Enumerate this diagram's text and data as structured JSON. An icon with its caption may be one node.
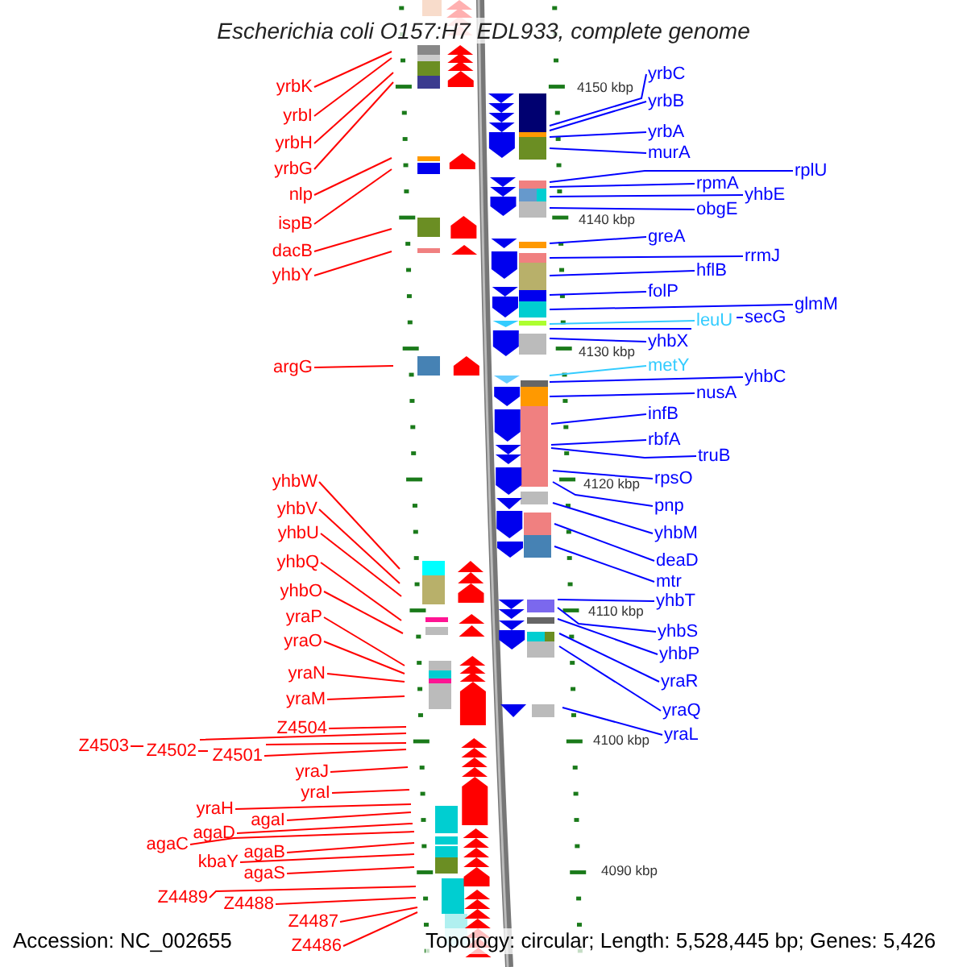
{
  "diagram": {
    "title": "Escherichia coli O157:H7 EDL933, complete genome",
    "nodes": [
      {
        "text": [
          "yrbK"
        ]
      },
      {
        "text": [
          "yrbI"
        ]
      },
      {
        "text": [
          "yrbH"
        ]
      },
      {
        "text": [
          "yrbG"
        ]
      },
      {
        "text": [
          "nlp"
        ]
      },
      {
        "text": [
          "ispB"
        ]
      },
      {
        "text": [
          "dacB"
        ]
      },
      {
        "text": [
          "yhbY"
        ]
      },
      {
        "text": [
          "argG"
        ]
      },
      {
        "text": [
          "yhbW"
        ]
      },
      {
        "text": [
          "yhbV"
        ]
      },
      {
        "text": [
          "yhbU"
        ]
      },
      {
        "text": [
          "yhbQ"
        ]
      },
      {
        "text": [
          "yhbO"
        ]
      },
      {
        "text": [
          "yraP"
        ]
      },
      {
        "text": [
          "yraO"
        ]
      },
      {
        "text": [
          "yraN"
        ]
      },
      {
        "text": [
          "yraM"
        ]
      },
      {
        "text": [
          "Z4504"
        ]
      },
      {
        "text": [
          "Z4503"
        ]
      },
      {
        "text": [
          "Z4502"
        ]
      },
      {
        "text": [
          "Z4501"
        ]
      },
      {
        "text": [
          "yraJ"
        ]
      },
      {
        "text": [
          "yraI"
        ]
      },
      {
        "text": [
          "yraH"
        ]
      },
      {
        "text": [
          "agaI"
        ]
      },
      {
        "text": [
          "agaD"
        ]
      },
      {
        "text": [
          "agaC"
        ]
      },
      {
        "text": [
          "agaB"
        ]
      },
      {
        "text": [
          "kbaY"
        ]
      },
      {
        "text": [
          "agaS"
        ]
      },
      {
        "text": [
          "Z4489"
        ]
      },
      {
        "text": [
          "Z4488"
        ]
      },
      {
        "text": [
          "Z4487"
        ]
      },
      {
        "text": [
          "Z4486"
        ]
      },
      {
        "text": [
          "yrbC"
        ]
      },
      {
        "text": [
          "yrbB"
        ]
      },
      {
        "text": [
          "yrbA"
        ]
      },
      {
        "text": [
          "murA"
        ]
      },
      {
        "text": [
          "rplU"
        ]
      },
      {
        "text": [
          "rpmA"
        ]
      },
      {
        "text": [
          "yhbE"
        ]
      },
      {
        "text": [
          "obgE"
        ]
      },
      {
        "text": [
          "greA"
        ]
      },
      {
        "text": [
          "rrmJ"
        ]
      },
      {
        "text": [
          "hflB"
        ]
      },
      {
        "text": [
          "folP"
        ]
      },
      {
        "text": [
          "glmM"
        ]
      },
      {
        "text": [
          "leuU"
        ]
      },
      {
        "text": [
          "secG"
        ]
      },
      {
        "text": [
          "yhbX"
        ]
      },
      {
        "text": [
          "metY"
        ]
      },
      {
        "text": [
          "yhbC"
        ]
      },
      {
        "text": [
          "nusA"
        ]
      },
      {
        "text": [
          "infB"
        ]
      },
      {
        "text": [
          "rbfA"
        ]
      },
      {
        "text": [
          "truB"
        ]
      },
      {
        "text": [
          "rpsO"
        ]
      },
      {
        "text": [
          "pnp"
        ]
      },
      {
        "text": [
          "yhbM"
        ]
      },
      {
        "text": [
          "deaD"
        ]
      },
      {
        "text": [
          "mtr"
        ]
      },
      {
        "text": [
          "yhbT"
        ]
      },
      {
        "text": [
          "yhbS"
        ]
      },
      {
        "text": [
          "yhbP"
        ]
      },
      {
        "text": [
          "yraR"
        ]
      },
      {
        "text": [
          "yraQ"
        ]
      },
      {
        "text": [
          "yraL"
        ]
      }
    ],
    "edges": [
      {
        "from": 0,
        "to": null,
        "arrow": "none"
      },
      {
        "from": 1,
        "to": null,
        "arrow": "none"
      },
      {
        "from": 2,
        "to": null,
        "arrow": "none"
      },
      {
        "from": 3,
        "to": null,
        "arrow": "none"
      },
      {
        "from": 4,
        "to": null,
        "arrow": "none"
      },
      {
        "from": 5,
        "to": null,
        "arrow": "none"
      },
      {
        "from": 6,
        "to": null,
        "arrow": "none"
      },
      {
        "from": 7,
        "to": null,
        "arrow": "none"
      },
      {
        "from": 8,
        "to": null,
        "arrow": "none"
      },
      {
        "from": 9,
        "to": null,
        "arrow": "none"
      },
      {
        "from": 10,
        "to": null,
        "arrow": "none"
      },
      {
        "from": 11,
        "to": null,
        "arrow": "none"
      },
      {
        "from": 12,
        "to": null,
        "arrow": "none"
      },
      {
        "from": 13,
        "to": null,
        "arrow": "none"
      },
      {
        "from": 14,
        "to": null,
        "arrow": "none"
      },
      {
        "from": 15,
        "to": null,
        "arrow": "none"
      },
      {
        "from": 16,
        "to": null,
        "arrow": "none"
      },
      {
        "from": 17,
        "to": null,
        "arrow": "none"
      },
      {
        "from": 18,
        "to": null,
        "arrow": "none"
      },
      {
        "from": 19,
        "to": null,
        "arrow": "none"
      },
      {
        "from": 20,
        "to": null,
        "arrow": "none"
      },
      {
        "from": 21,
        "to": null,
        "arrow": "none"
      },
      {
        "from": 22,
        "to": null,
        "arrow": "none"
      },
      {
        "from": 23,
        "to": null,
        "arrow": "none"
      },
      {
        "from": 24,
        "to": null,
        "arrow": "none"
      },
      {
        "from": 25,
        "to": null,
        "arrow": "none"
      },
      {
        "from": 26,
        "to": null,
        "arrow": "none"
      },
      {
        "from": 27,
        "to": null,
        "arrow": "none"
      },
      {
        "from": 28,
        "to": null,
        "arrow": "none"
      },
      {
        "from": 29,
        "to": null,
        "arrow": "none"
      },
      {
        "from": 30,
        "to": null,
        "arrow": "none"
      },
      {
        "from": 31,
        "to": null,
        "arrow": "none"
      },
      {
        "from": 32,
        "to": null,
        "arrow": "none"
      },
      {
        "from": 33,
        "to": null,
        "arrow": "none"
      },
      {
        "from": 34,
        "to": null,
        "arrow": "none"
      },
      {
        "from": 35,
        "to": null,
        "arrow": "none",
        "color": "#0000ff"
      },
      {
        "from": 36,
        "to": null,
        "arrow": "none",
        "color": "#0000ff"
      },
      {
        "from": 37,
        "to": null,
        "arrow": "none",
        "color": "#0000ff"
      },
      {
        "from": 38,
        "to": null,
        "arrow": "none",
        "color": "#0000ff"
      },
      {
        "from": 39,
        "to": null,
        "arrow": "none",
        "color": "#0000ff"
      },
      {
        "from": 40,
        "to": null,
        "arrow": "none",
        "color": "#0000ff"
      },
      {
        "from": 41,
        "to": null,
        "arrow": "none",
        "color": "#0000ff"
      },
      {
        "from": 42,
        "to": null,
        "arrow": "none",
        "color": "#0000ff"
      },
      {
        "from": 43,
        "to": null,
        "arrow": "none",
        "color": "#0000ff"
      },
      {
        "from": 44,
        "to": null,
        "arrow": "none",
        "color": "#0000ff"
      },
      {
        "from": 45,
        "to": null,
        "arrow": "none",
        "color": "#0000ff"
      },
      {
        "from": 46,
        "to": null,
        "arrow": "none",
        "color": "#0000ff"
      },
      {
        "from": 47,
        "to": null,
        "arrow": "none",
        "color": "#0000ff"
      },
      {
        "from": 48,
        "to": null,
        "arrow": "none",
        "color": "#33ccff"
      },
      {
        "from": 49,
        "to": null,
        "arrow": "none",
        "color": "#0000ff"
      },
      {
        "from": 50,
        "to": null,
        "arrow": "none",
        "color": "#0000ff"
      },
      {
        "from": 51,
        "to": null,
        "arrow": "none",
        "color": "#33ccff"
      },
      {
        "from": 52,
        "to": null,
        "arrow": "none",
        "color": "#0000ff"
      },
      {
        "from": 53,
        "to": null,
        "arrow": "none",
        "color": "#0000ff"
      },
      {
        "from": 54,
        "to": null,
        "arrow": "none",
        "color": "#0000ff"
      },
      {
        "from": 55,
        "to": null,
        "arrow": "none",
        "color": "#0000ff"
      },
      {
        "from": 56,
        "to": null,
        "arrow": "none",
        "color": "#0000ff"
      },
      {
        "from": 57,
        "to": null,
        "arrow": "none",
        "color": "#0000ff"
      },
      {
        "from": 58,
        "to": null,
        "arrow": "none",
        "color": "#0000ff"
      },
      {
        "from": 59,
        "to": null,
        "arrow": "none",
        "color": "#0000ff"
      },
      {
        "from": 60,
        "to": null,
        "arrow": "none",
        "color": "#0000ff"
      },
      {
        "from": 61,
        "to": null,
        "arrow": "none",
        "color": "#0000ff"
      },
      {
        "from": 62,
        "to": null,
        "arrow": "none",
        "color": "#0000ff"
      },
      {
        "from": 63,
        "to": null,
        "arrow": "none",
        "color": "#0000ff"
      },
      {
        "from": 64,
        "to": null,
        "arrow": "none",
        "color": "#0000ff"
      },
      {
        "from": 65,
        "to": null,
        "arrow": "none",
        "color": "#0000ff"
      },
      {
        "from": 66,
        "to": null,
        "arrow": "none",
        "color": "#0000ff"
      },
      {
        "from": 67,
        "to": null,
        "arrow": "none",
        "color": "#0000ff"
      }
    ],
    "labels": [
      "4150 kbp",
      "4140 kbp",
      "4130 kbp",
      "4120 kbp",
      "4110 kbp",
      "4100 kbp",
      "4090 kbp",
      "Accession: NC_002655",
      "Topology: circular; Length: 5,528,445 bp; Genes: 5,426"
    ]
  }
}
